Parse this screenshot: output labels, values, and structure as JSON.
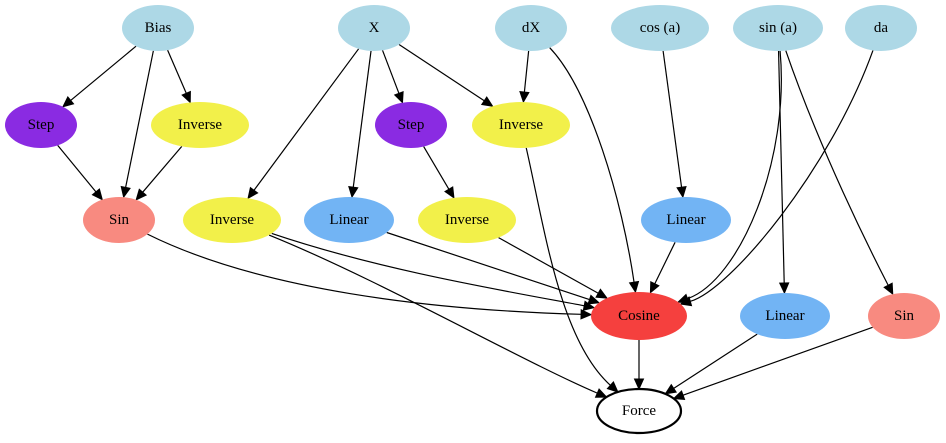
{
  "diagram": {
    "nodes": [
      {
        "id": "bias",
        "label": "Bias",
        "color": "#add8e6"
      },
      {
        "id": "x",
        "label": "X",
        "color": "#add8e6"
      },
      {
        "id": "dx",
        "label": "dX",
        "color": "#add8e6"
      },
      {
        "id": "cosa",
        "label": "cos (a)",
        "color": "#add8e6"
      },
      {
        "id": "sina",
        "label": "sin (a)",
        "color": "#add8e6"
      },
      {
        "id": "da",
        "label": "da",
        "color": "#add8e6"
      },
      {
        "id": "step1",
        "label": "Step",
        "color": "#8a2be2"
      },
      {
        "id": "inv1",
        "label": "Inverse",
        "color": "#f2f04a"
      },
      {
        "id": "step2",
        "label": "Step",
        "color": "#8a2be2"
      },
      {
        "id": "inv2",
        "label": "Inverse",
        "color": "#f2f04a"
      },
      {
        "id": "sin1",
        "label": "Sin",
        "color": "#f88a80"
      },
      {
        "id": "inv3",
        "label": "Inverse",
        "color": "#f2f04a"
      },
      {
        "id": "lin1",
        "label": "Linear",
        "color": "#72b4f4"
      },
      {
        "id": "inv4",
        "label": "Inverse",
        "color": "#f2f04a"
      },
      {
        "id": "lin2",
        "label": "Linear",
        "color": "#72b4f4"
      },
      {
        "id": "cosine",
        "label": "Cosine",
        "color": "#f5403e"
      },
      {
        "id": "lin3",
        "label": "Linear",
        "color": "#72b4f4"
      },
      {
        "id": "sin2",
        "label": "Sin",
        "color": "#f88a80"
      },
      {
        "id": "force",
        "label": "Force",
        "color": "#ffffff",
        "outline": "#000000"
      }
    ],
    "edges": [
      {
        "from": "bias",
        "to": "step1"
      },
      {
        "from": "bias",
        "to": "inv1"
      },
      {
        "from": "bias",
        "to": "sin1"
      },
      {
        "from": "step1",
        "to": "sin1"
      },
      {
        "from": "inv1",
        "to": "sin1"
      },
      {
        "from": "x",
        "to": "inv3"
      },
      {
        "from": "x",
        "to": "lin1"
      },
      {
        "from": "x",
        "to": "step2"
      },
      {
        "from": "x",
        "to": "inv2"
      },
      {
        "from": "dx",
        "to": "inv2"
      },
      {
        "from": "dx",
        "to": "cosine"
      },
      {
        "from": "step2",
        "to": "inv4"
      },
      {
        "from": "inv2",
        "to": "force"
      },
      {
        "from": "cosa",
        "to": "lin2"
      },
      {
        "from": "sina",
        "to": "cosine"
      },
      {
        "from": "sina",
        "to": "lin3"
      },
      {
        "from": "sina",
        "to": "sin2"
      },
      {
        "from": "da",
        "to": "cosine"
      },
      {
        "from": "sin1",
        "to": "cosine"
      },
      {
        "from": "inv3",
        "to": "cosine"
      },
      {
        "from": "inv3",
        "to": "force"
      },
      {
        "from": "lin1",
        "to": "cosine"
      },
      {
        "from": "inv4",
        "to": "cosine"
      },
      {
        "from": "lin2",
        "to": "cosine"
      },
      {
        "from": "cosine",
        "to": "force"
      },
      {
        "from": "lin3",
        "to": "force"
      },
      {
        "from": "sin2",
        "to": "force"
      }
    ]
  }
}
